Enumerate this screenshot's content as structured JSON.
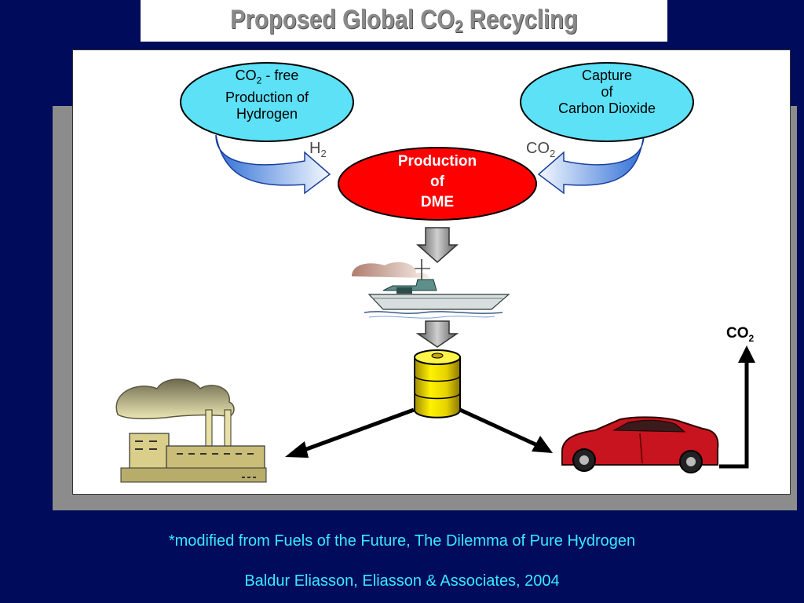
{
  "slide": {
    "title_main": "Proposed Global CO",
    "title_sub": "2",
    "title_rest": " Recycling"
  },
  "nodes": {
    "hydrogen": {
      "line1_pre": "CO",
      "line1_sub": "2",
      "line1_post": " - free",
      "line2": "Production of",
      "line3": "Hydrogen"
    },
    "capture": {
      "line1": "Capture",
      "line2": "of",
      "line3": "Carbon Dioxide"
    },
    "dme": {
      "line1": "Production",
      "line2": "of",
      "line3": "DME"
    }
  },
  "edge_labels": {
    "h2": {
      "main": "H",
      "sub": "2"
    },
    "co2": {
      "main": "CO",
      "sub": "2"
    },
    "co2_emission": {
      "main": "CO",
      "sub": "2"
    }
  },
  "illustrations": [
    "tanker-ship",
    "dme-barrel",
    "power-plant",
    "red-car"
  ],
  "footnotes": {
    "line1": "*modified from Fuels of the Future, The Dilemma of Pure Hydrogen",
    "line2": "Baldur Eliasson, Eliasson & Associates, 2004"
  },
  "colors": {
    "background": "#000b5c",
    "cyan_node": "#5ce1f7",
    "red_node": "#ff0000",
    "footnote": "#39e8ff"
  }
}
